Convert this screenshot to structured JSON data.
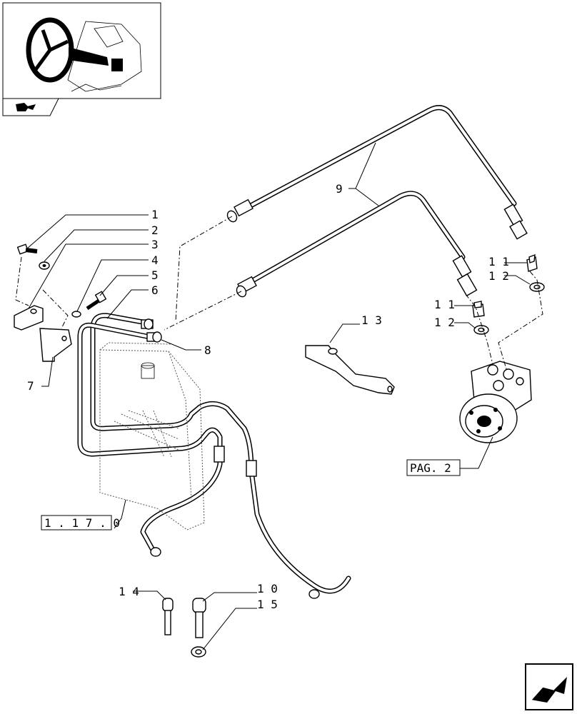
{
  "callouts": {
    "c1": "1",
    "c2": "2",
    "c3": "3",
    "c4": "4",
    "c5": "5",
    "c6": "6",
    "c7": "7",
    "c8": "8",
    "c9": "9",
    "c10": "1 0",
    "c11a": "1 1",
    "c11b": "1 1",
    "c12a": "1 2",
    "c12b": "1 2",
    "c13": "1 3",
    "c14": "1 4",
    "c15": "1 5"
  },
  "references": {
    "radiator_ref": "1 . 1 7 . 0",
    "pump_ref": "PAG. 2"
  },
  "icons": {
    "thumbnail": "steering-wheel-thumbnail-icon",
    "corner": "folder-arrow-icon",
    "next": "next-page-arrow-icon"
  }
}
